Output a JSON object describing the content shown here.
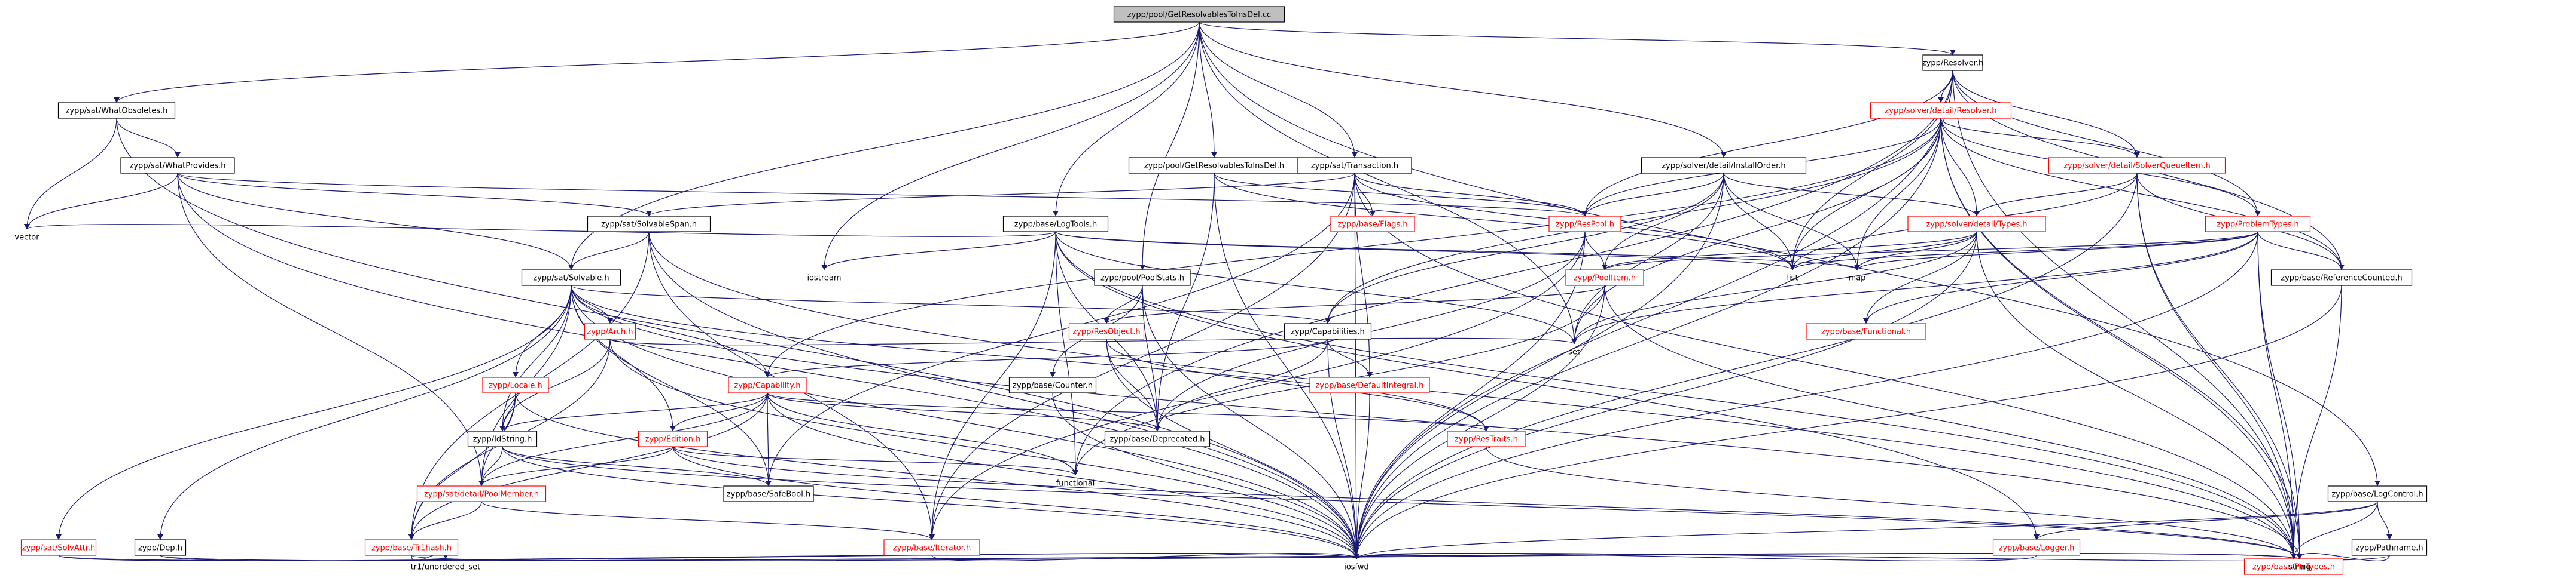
{
  "colors": {
    "edge": "#191970",
    "root_fill": "#bfbfbf",
    "external_border": "#ff0000",
    "node_border": "#000000"
  },
  "nodes": [
    {
      "id": "root",
      "label": "zypp/pool/GetResolvablesToInsDel.cc",
      "kind": "root"
    },
    {
      "id": "resolver_h",
      "label": "zypp/Resolver.h",
      "kind": "normal"
    },
    {
      "id": "whatobsoletes",
      "label": "zypp/sat/WhatObsoletes.h",
      "kind": "normal"
    },
    {
      "id": "whatprovides",
      "label": "zypp/sat/WhatProvides.h",
      "kind": "normal"
    },
    {
      "id": "solver_resolver",
      "label": "zypp/solver/detail/Resolver.h",
      "kind": "external"
    },
    {
      "id": "solverqueue",
      "label": "zypp/solver/detail/SolverQueueItem.h",
      "kind": "external"
    },
    {
      "id": "installorder",
      "label": "zypp/solver/detail/InstallOrder.h",
      "kind": "normal"
    },
    {
      "id": "gettoinsdel_h",
      "label": "zypp/pool/GetResolvablesToInsDel.h",
      "kind": "normal"
    },
    {
      "id": "transaction",
      "label": "zypp/sat/Transaction.h",
      "kind": "normal"
    },
    {
      "id": "solvablespan",
      "label": "zypp/sat/SolvableSpan.h",
      "kind": "normal"
    },
    {
      "id": "logtools",
      "label": "zypp/base/LogTools.h",
      "kind": "normal"
    },
    {
      "id": "flags",
      "label": "zypp/base/Flags.h",
      "kind": "external"
    },
    {
      "id": "respool",
      "label": "zypp/ResPool.h",
      "kind": "external"
    },
    {
      "id": "solvertypes",
      "label": "zypp/solver/detail/Types.h",
      "kind": "external"
    },
    {
      "id": "problemtypes",
      "label": "zypp/ProblemTypes.h",
      "kind": "external"
    },
    {
      "id": "vector",
      "label": "vector",
      "kind": "plain"
    },
    {
      "id": "solvable",
      "label": "zypp/sat/Solvable.h",
      "kind": "normal"
    },
    {
      "id": "iostream",
      "label": "iostream",
      "kind": "plain"
    },
    {
      "id": "poolstats",
      "label": "zypp/pool/PoolStats.h",
      "kind": "normal"
    },
    {
      "id": "list",
      "label": "list",
      "kind": "plain"
    },
    {
      "id": "map",
      "label": "map",
      "kind": "plain"
    },
    {
      "id": "refcounted",
      "label": "zypp/base/ReferenceCounted.h",
      "kind": "normal"
    },
    {
      "id": "pooitem",
      "label": "zypp/PoolItem.h",
      "kind": "external"
    },
    {
      "id": "capabilities",
      "label": "zypp/Capabilities.h",
      "kind": "normal"
    },
    {
      "id": "resobject",
      "label": "zypp/ResObject.h",
      "kind": "external"
    },
    {
      "id": "functional_h",
      "label": "zypp/base/Functional.h",
      "kind": "external"
    },
    {
      "id": "arch",
      "label": "zypp/Arch.h",
      "kind": "external"
    },
    {
      "id": "set",
      "label": "set",
      "kind": "plain"
    },
    {
      "id": "locale",
      "label": "zypp/Locale.h",
      "kind": "external"
    },
    {
      "id": "capability",
      "label": "zypp/Capability.h",
      "kind": "external"
    },
    {
      "id": "counter",
      "label": "zypp/base/Counter.h",
      "kind": "normal"
    },
    {
      "id": "defaultintegral",
      "label": "zypp/base/DefaultIntegral.h",
      "kind": "external"
    },
    {
      "id": "idstring",
      "label": "zypp/IdString.h",
      "kind": "normal"
    },
    {
      "id": "edition",
      "label": "zypp/Edition.h",
      "kind": "external"
    },
    {
      "id": "deprecated",
      "label": "zypp/base/Deprecated.h",
      "kind": "normal"
    },
    {
      "id": "restraits",
      "label": "zypp/ResTraits.h",
      "kind": "external"
    },
    {
      "id": "functional",
      "label": "functional",
      "kind": "plain"
    },
    {
      "id": "poolmember",
      "label": "zypp/sat/detail/PoolMember.h",
      "kind": "external"
    },
    {
      "id": "safebool",
      "label": "zypp/base/SafeBool.h",
      "kind": "normal"
    },
    {
      "id": "solvattr",
      "label": "zypp/sat/SolvAttr.h",
      "kind": "external"
    },
    {
      "id": "dep",
      "label": "zypp/Dep.h",
      "kind": "normal"
    },
    {
      "id": "tr1hash",
      "label": "zypp/base/Tr1hash.h",
      "kind": "external"
    },
    {
      "id": "iterator",
      "label": "zypp/base/Iterator.h",
      "kind": "external"
    },
    {
      "id": "logger",
      "label": "zypp/base/Logger.h",
      "kind": "external"
    },
    {
      "id": "logcontrol",
      "label": "zypp/base/LogControl.h",
      "kind": "normal"
    },
    {
      "id": "pathname",
      "label": "zypp/Pathname.h",
      "kind": "normal"
    },
    {
      "id": "iosfwd",
      "label": "iosfwd",
      "kind": "plain"
    },
    {
      "id": "unordered_set",
      "label": "tr1/unordered_set",
      "kind": "plain"
    },
    {
      "id": "ptrtypes",
      "label": "zypp/base/PtrTypes.h",
      "kind": "external"
    },
    {
      "id": "string",
      "label": "string",
      "kind": "plain"
    }
  ]
}
